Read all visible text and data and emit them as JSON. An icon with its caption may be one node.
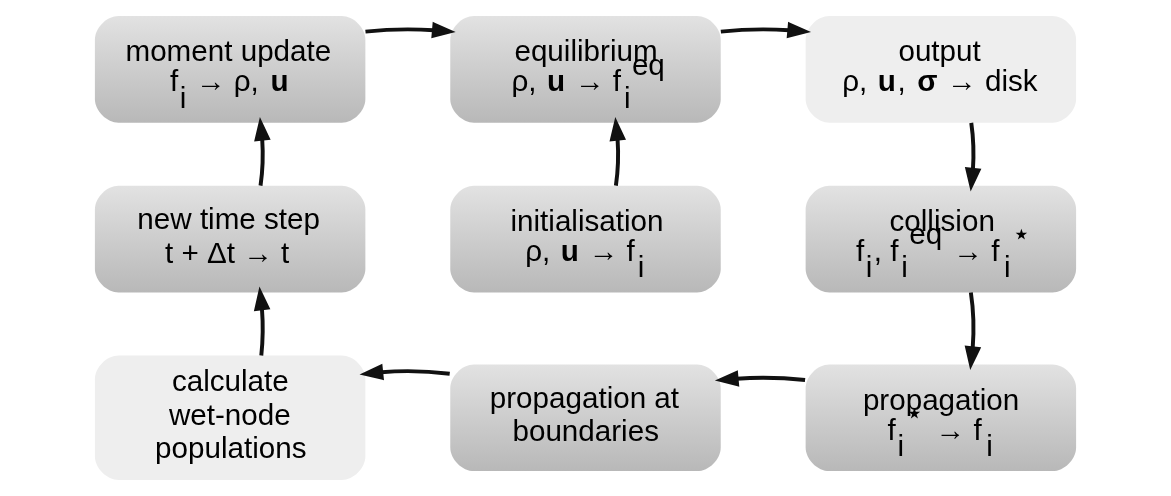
{
  "diagram": {
    "nodes": [
      {
        "text": [
          "moment update",
          "f$_{i}$ → ρ, **u**"
        ]
      },
      {
        "text": [
          "equilibrium",
          "ρ, **u** → f$_{i}$$^{eq}$"
        ]
      },
      {
        "text": [
          "output",
          "ρ, **u**, **σ** → disk"
        ]
      },
      {
        "text": [
          "new time step",
          "t + Δt → t"
        ]
      },
      {
        "text": [
          "initialisation",
          "ρ, **u** → f$_{i}$"
        ]
      },
      {
        "text": [
          "collision",
          "f$_{i}$, f$_{i}$$^{eq}$ → f$_{i}$$^{⋆}$"
        ]
      },
      {
        "text": [
          "calculate wet-node populations"
        ]
      },
      {
        "text": [
          "propagation at boundaries"
        ]
      },
      {
        "text": [
          "propagation",
          "f$_{i}$$^{⋆}$ → f$_{i}$"
        ]
      }
    ],
    "edges": [
      {
        "from": 0,
        "to": 1,
        "arrow": "to"
      },
      {
        "from": 1,
        "to": 2,
        "arrow": "to"
      },
      {
        "from": 2,
        "to": 5,
        "arrow": "to"
      },
      {
        "from": 5,
        "to": 8,
        "arrow": "to"
      },
      {
        "from": 8,
        "to": 7,
        "arrow": "to"
      },
      {
        "from": 7,
        "to": 6,
        "arrow": "to"
      },
      {
        "from": 6,
        "to": 3,
        "arrow": "to"
      },
      {
        "from": 3,
        "to": 0,
        "arrow": "to"
      },
      {
        "from": 4,
        "to": 1,
        "arrow": "to"
      }
    ]
  }
}
